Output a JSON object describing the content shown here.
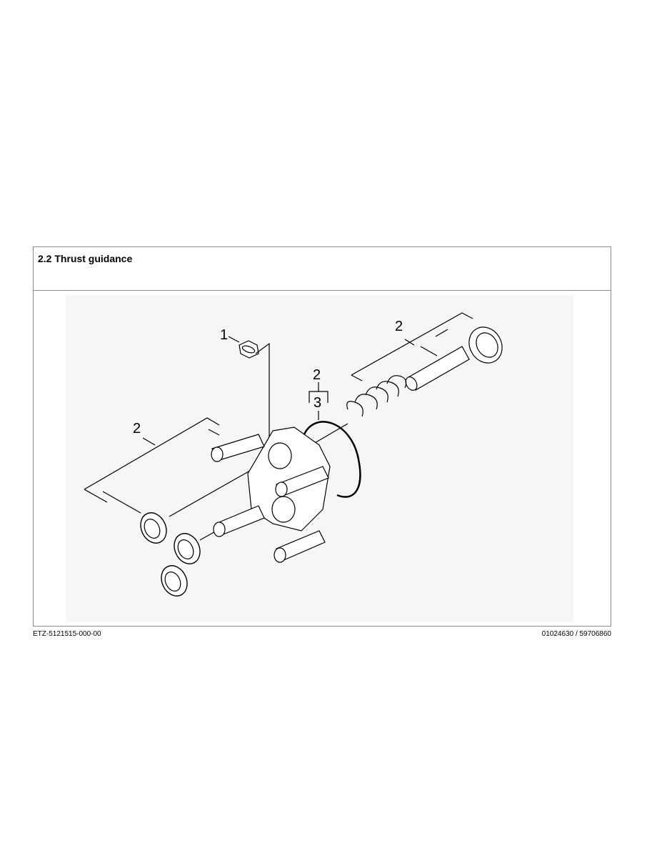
{
  "section": {
    "number": "2.2",
    "title": "2.2 Thrust guidance"
  },
  "diagram": {
    "callouts": [
      {
        "label": "1",
        "part": "seal-insert"
      },
      {
        "label": "2",
        "part": "bearing-rings-and-pistons-set"
      },
      {
        "label": "2",
        "part": "o-ring-set"
      },
      {
        "label": "3",
        "part": "o-ring"
      },
      {
        "label": "2",
        "part": "spring-piston-lock-ring-set"
      }
    ],
    "icons": [
      "spring-icon",
      "piston-icon",
      "lock-ring-icon",
      "o-ring-icon",
      "seal-ring-icon",
      "swash-housing-icon"
    ],
    "background_color": "#f6f6f6"
  },
  "footer": {
    "left": "ETZ-5121515-000-00",
    "right": "01024630 / 59706860"
  },
  "colors": {
    "border": "#8a8a8a",
    "diagram_bg": "#f6f6f6",
    "ink": "#000000"
  }
}
